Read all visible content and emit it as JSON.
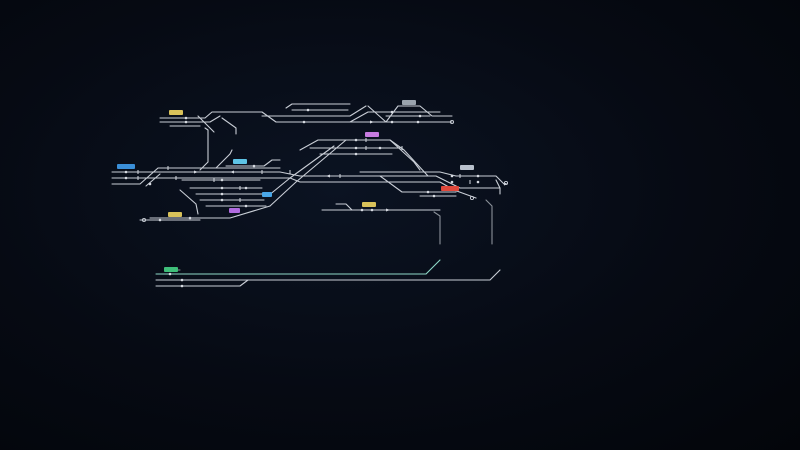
{
  "stations": [
    {
      "id": "s1",
      "name": "",
      "color": "#d9c25a"
    },
    {
      "id": "s2",
      "name": "",
      "color": "#9aa3ad"
    },
    {
      "id": "s3",
      "name": "",
      "color": "#c77be0"
    },
    {
      "id": "s4",
      "name": "",
      "color": "#3a8fd8"
    },
    {
      "id": "s5",
      "name": "",
      "color": "#5ec4e6"
    },
    {
      "id": "s6",
      "name": "",
      "color": "#b9c1cc"
    },
    {
      "id": "s7",
      "name": "",
      "color": "#e0493c"
    },
    {
      "id": "s8",
      "name": "",
      "color": "#4aa7e8"
    },
    {
      "id": "s9",
      "name": "",
      "color": "#d9c25a"
    },
    {
      "id": "s10",
      "name": "",
      "color": "#b06be0"
    },
    {
      "id": "s11",
      "name": "",
      "color": "#d9c25a"
    },
    {
      "id": "s12",
      "name": "",
      "color": "#3fbf7a"
    }
  ],
  "colors": {
    "background": "#05080f",
    "track": "#c9ced6",
    "track_green": "#8fd9c8"
  }
}
